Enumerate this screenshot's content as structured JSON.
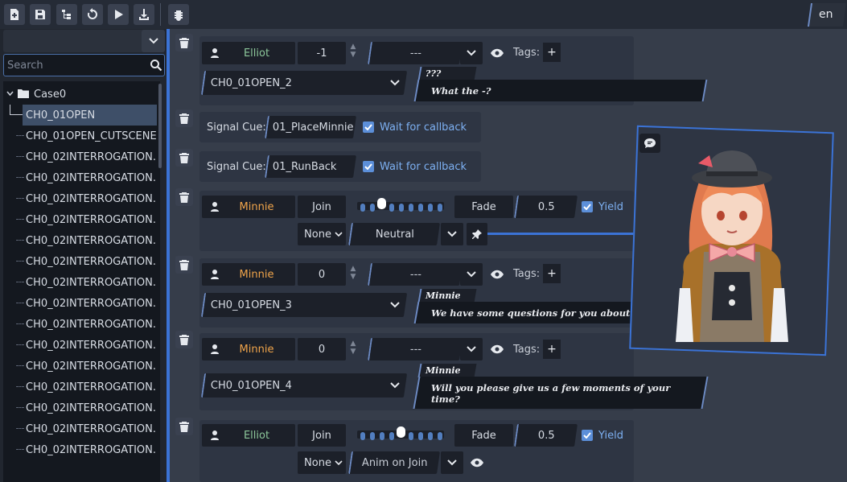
{
  "toolbar": {
    "buttons": [
      "new-file-icon",
      "save-icon",
      "hierarchy-icon",
      "refresh-icon",
      "play-icon",
      "download-icon",
      "bug-icon"
    ],
    "language": "en"
  },
  "sidebar": {
    "search_placeholder": "Search",
    "tree": [
      {
        "label": "Case0",
        "type": "folder"
      },
      {
        "label": "CH0_01OPEN",
        "selected": true
      },
      {
        "label": "CH0_01OPEN_CUTSCENE"
      },
      {
        "label": "CH0_02INTERROGATION..."
      },
      {
        "label": "CH0_02INTERROGATION..."
      },
      {
        "label": "CH0_02INTERROGATION..."
      },
      {
        "label": "CH0_02INTERROGATION..."
      },
      {
        "label": "CH0_02INTERROGATION..."
      },
      {
        "label": "CH0_02INTERROGATION..."
      },
      {
        "label": "CH0_02INTERROGATION..."
      },
      {
        "label": "CH0_02INTERROGATION..."
      },
      {
        "label": "CH0_02INTERROGATION..."
      },
      {
        "label": "CH0_02INTERROGATION..."
      },
      {
        "label": "CH0_02INTERROGATION..."
      },
      {
        "label": "CH0_02INTERROGATION..."
      },
      {
        "label": "CH0_02INTERROGATION..."
      },
      {
        "label": "CH0_02INTERROGATION..."
      },
      {
        "label": "CH0_02INTERROGATION..."
      }
    ]
  },
  "events": {
    "e1": {
      "character": "Elliot",
      "number": "-1",
      "portrait": "---",
      "tags_label": "Tags:",
      "plus": "+",
      "line_id": "CH0_01OPEN_2",
      "speaker": "???",
      "text": "What the -?"
    },
    "e2": {
      "label": "Signal Cue:",
      "value": "01_PlaceMinnie",
      "callback": "Wait for callback"
    },
    "e3": {
      "label": "Signal Cue:",
      "value": "01_RunBack",
      "callback": "Wait for callback"
    },
    "e4": {
      "character": "Minnie",
      "action": "Join",
      "slider_value": 0.2,
      "transition": "Fade",
      "duration": "0.5",
      "yield": "Yield",
      "mirror": "None",
      "portrait": "Neutral"
    },
    "e5": {
      "character": "Minnie",
      "number": "0",
      "portrait": "---",
      "tags_label": "Tags:",
      "plus": "+",
      "line_id": "CH0_01OPEN_3",
      "speaker": "Minnie",
      "text": "We have some questions for you about our case."
    },
    "e6": {
      "character": "Minnie",
      "number": "0",
      "portrait": "---",
      "tags_label": "Tags:",
      "plus": "+",
      "line_id": "CH0_01OPEN_4",
      "speaker": "Minnie",
      "text": "Will you please give us a few moments of your time?"
    },
    "e7": {
      "character": "Elliot",
      "action": "Join",
      "slider_value": 0.5,
      "transition": "Fade",
      "duration": "0.5",
      "yield": "Yield",
      "mirror": "None",
      "animation": "Anim on Join"
    }
  },
  "colors": {
    "accent": "#3b73d6",
    "elliot": "#8cc79a",
    "minnie": "#f0a44a",
    "link": "#7db0f2"
  }
}
